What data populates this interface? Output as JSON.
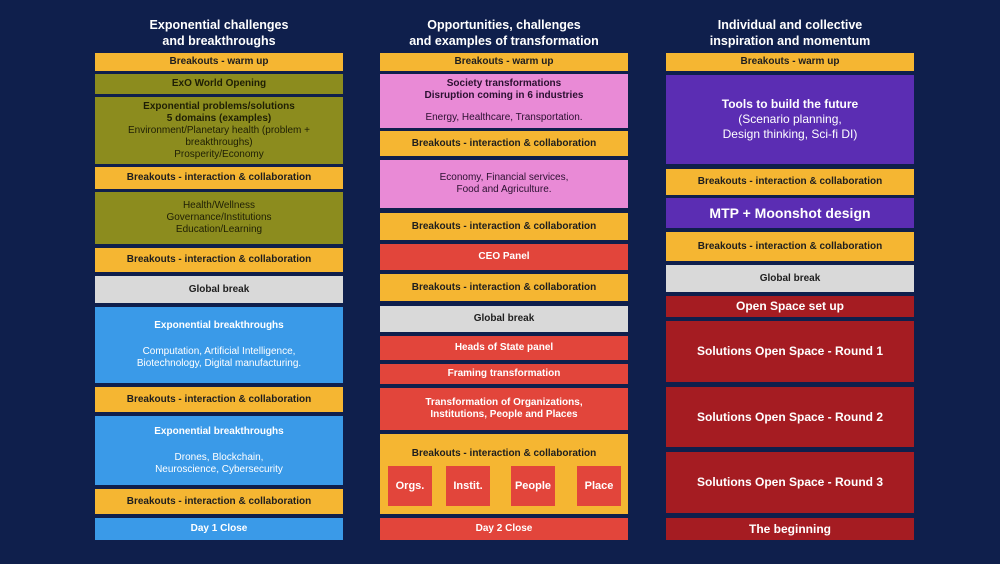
{
  "columns": [
    {
      "title_line1": "Exponential challenges",
      "title_line2": "and breakthroughs",
      "blocks": [
        {
          "text": "Breakouts - warm up"
        },
        {
          "text": "ExO World Opening"
        },
        {
          "line1": "Exponential problems/solutions",
          "line2": "5 domains (examples)",
          "line3": "Environment/Planetary health (problem +",
          "line4": "breakthroughs)",
          "line5": "Prosperity/Economy"
        },
        {
          "text": "Breakouts - interaction & collaboration"
        },
        {
          "line1": "Health/Wellness",
          "line2": "Governance/Institutions",
          "line3": "Education/Learning"
        },
        {
          "text": "Breakouts - interaction & collaboration"
        },
        {
          "text": "Global break"
        },
        {
          "line1": "Exponential breakthroughs",
          "line2": "Computation, Artificial Intelligence,",
          "line3": "Biotechnology, Digital manufacturing."
        },
        {
          "text": "Breakouts - interaction & collaboration"
        },
        {
          "line1": "Exponential breakthroughs",
          "line2": "Drones, Blockchain,",
          "line3": "Neuroscience, Cybersecurity"
        },
        {
          "text": "Breakouts - interaction & collaboration"
        },
        {
          "text": "Day 1 Close"
        }
      ]
    },
    {
      "title_line1": "Opportunities, challenges",
      "title_line2": "and examples of transformation",
      "blocks": [
        {
          "text": "Breakouts - warm up"
        },
        {
          "line1": "Society transformations",
          "line2": "Disruption coming in 6 industries",
          "line3": "Energy, Healthcare, Transportation."
        },
        {
          "text": "Breakouts - interaction & collaboration"
        },
        {
          "line1": "Economy, Financial services,",
          "line2": "Food and Agriculture."
        },
        {
          "text": "Breakouts - interaction & collaboration"
        },
        {
          "text": "CEO Panel"
        },
        {
          "text": "Breakouts - interaction & collaboration"
        },
        {
          "text": "Global break"
        },
        {
          "text": "Heads of State panel"
        },
        {
          "text": "Framing transformation"
        },
        {
          "line1": "Transformation of Organizations,",
          "line2": "Institutions, People and Places"
        },
        {
          "text": "Breakouts - interaction & collaboration",
          "tiles": [
            "Orgs.",
            "Instit.",
            "People",
            "Place"
          ]
        },
        {
          "text": "Day 2 Close"
        }
      ]
    },
    {
      "title_line1": "Individual and collective",
      "title_line2": "inspiration and momentum",
      "blocks": [
        {
          "text": "Breakouts - warm up"
        },
        {
          "line1": "Tools to build the future",
          "line2": "(Scenario planning,",
          "line3": "Design thinking, Sci-fi DI)"
        },
        {
          "text": "Breakouts - interaction & collaboration"
        },
        {
          "text": "MTP + Moonshot design"
        },
        {
          "text": "Breakouts - interaction & collaboration"
        },
        {
          "text": "Global break"
        },
        {
          "text": "Open Space set up"
        },
        {
          "text": "Solutions Open Space - Round 1"
        },
        {
          "text": "Solutions Open Space - Round 2"
        },
        {
          "text": "Solutions Open Space - Round 3"
        },
        {
          "text": "The beginning"
        }
      ]
    }
  ],
  "colors": {
    "background": "#0f1f4c",
    "breakout": "#f5b632",
    "olive": "#8c8c1e",
    "break": "#d9d9d9",
    "blue": "#3a9ae8",
    "pink": "#e98ad6",
    "red": "#e2453b",
    "purple": "#5b2db3",
    "maroon": "#a51c22"
  }
}
